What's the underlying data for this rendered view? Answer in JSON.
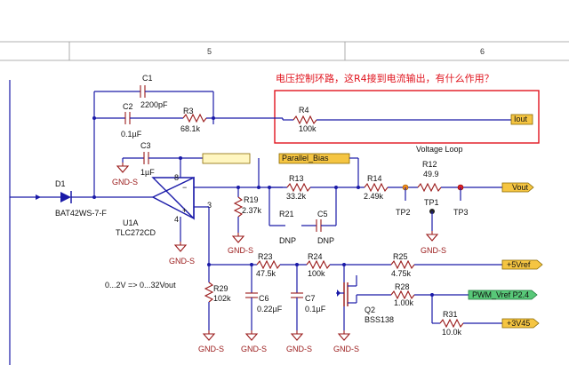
{
  "header": {
    "col5": "5",
    "col6": "6"
  },
  "annotation": {
    "text": "电压控制环路，这R4接到电流输出，有什么作用？",
    "color": "#e0141e"
  },
  "components": {
    "c1": {
      "ref": "C1",
      "value": "2200pF"
    },
    "c2": {
      "ref": "C2",
      "value": "0.1µF"
    },
    "r3": {
      "ref": "R3",
      "value": "68.1k"
    },
    "c3": {
      "ref": "C3",
      "value": "1µF"
    },
    "r4": {
      "ref": "R4",
      "value": "100k"
    },
    "d1": {
      "ref": "D1",
      "value": "BAT42WS-7-F"
    },
    "u1a": {
      "ref": "U1A",
      "value": "TLC272CD",
      "pin8": "8",
      "pin4": "4",
      "pin3": "3"
    },
    "r13": {
      "ref": "R13",
      "value": "33.2k"
    },
    "r14": {
      "ref": "R14",
      "value": "2.49k"
    },
    "r12": {
      "ref": "R12",
      "value": "49.9"
    },
    "r19": {
      "ref": "R19",
      "value": "2.37k"
    },
    "r21": {
      "ref": "R21",
      "value": "DNP"
    },
    "c5": {
      "ref": "C5",
      "value": "DNP"
    },
    "r23": {
      "ref": "R23",
      "value": "47.5k"
    },
    "r24": {
      "ref": "R24",
      "value": "100k"
    },
    "r25": {
      "ref": "R25",
      "value": "4.75k"
    },
    "r28": {
      "ref": "R28",
      "value": "1.00k"
    },
    "r29": {
      "ref": "R29",
      "value": "102k"
    },
    "c6": {
      "ref": "C6",
      "value": "0.22µF"
    },
    "c7": {
      "ref": "C7",
      "value": "0.1µF"
    },
    "q2": {
      "ref": "Q2",
      "value": "BSS138"
    },
    "r31": {
      "ref": "R31",
      "value": "10.0k"
    }
  },
  "testpoints": {
    "tp1": "TP1",
    "tp2": "TP2",
    "tp3": "TP3"
  },
  "ports": {
    "iout": "Iout",
    "vout": "Vout",
    "parallel_bias": "Parallel_Bias",
    "vref5": "+5Vref",
    "pwm_vref": "PWM_Vref P2.4",
    "v3v45": "+3V45"
  },
  "gnd": "GND-S",
  "labels": {
    "voltage_loop": "Voltage Loop",
    "range": "0...2V => 0...32Vout"
  }
}
